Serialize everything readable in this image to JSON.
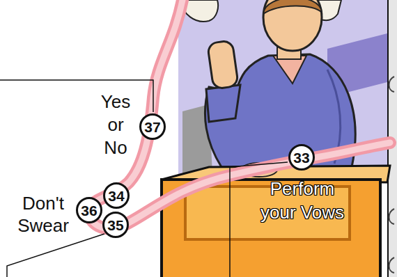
{
  "diagram": {
    "nodes": [
      {
        "text": [
          "37"
        ]
      },
      {
        "text": [
          "33"
        ]
      },
      {
        "text": [
          "34"
        ]
      },
      {
        "text": [
          "36"
        ]
      },
      {
        "text": [
          "35"
        ]
      }
    ],
    "labels": [
      "Yes or No",
      "Perform your Vows",
      "Don't Swear"
    ]
  }
}
